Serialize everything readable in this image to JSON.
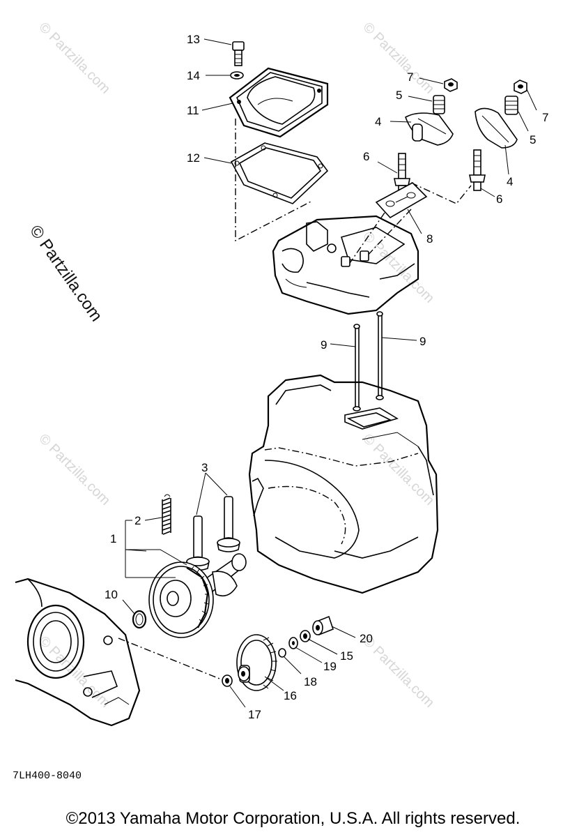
{
  "diagram_code": "7LH400-8040",
  "copyright": "©2013  Yamaha Motor Corporation, U.S.A. All rights reserved.",
  "watermark": "© Partzilla.com",
  "callouts": {
    "c1": "1",
    "c2": "2",
    "c3": "3",
    "c4a": "4",
    "c4b": "4",
    "c5a": "5",
    "c5b": "5",
    "c6a": "6",
    "c6b": "6",
    "c7a": "7",
    "c7b": "7",
    "c8": "8",
    "c9a": "9",
    "c9b": "9",
    "c10": "10",
    "c11": "11",
    "c12": "12",
    "c13": "13",
    "c14": "14",
    "c15": "15",
    "c16": "16",
    "c17": "17",
    "c18": "18",
    "c19": "19",
    "c20": "20"
  }
}
